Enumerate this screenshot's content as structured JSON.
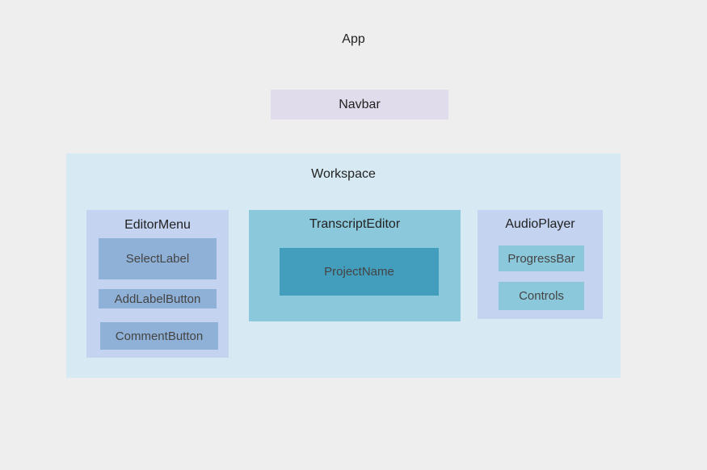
{
  "app": {
    "label": "App"
  },
  "navbar": {
    "label": "Navbar"
  },
  "workspace": {
    "label": "Workspace",
    "editor_menu": {
      "label": "EditorMenu",
      "select_label": "SelectLabel",
      "add_label_button": "AddLabelButton",
      "comment_button": "CommentButton"
    },
    "transcript_editor": {
      "label": "TranscriptEditor",
      "project_name": "ProjectName"
    },
    "audio_player": {
      "label": "AudioPlayer",
      "progress_bar": "ProgressBar",
      "controls": "Controls"
    }
  },
  "colors": {
    "background": "#eeeeee",
    "navbar": "#e1dcec",
    "workspace": "#d7eaf3",
    "editor_menu": "#c3d3f0",
    "editor_menu_item": "#8fb1d7",
    "transcript_editor": "#8cc8dc",
    "project_name": "#439dbd",
    "audio_player": "#c3d3f0",
    "audio_player_item": "#8cc8dc"
  }
}
